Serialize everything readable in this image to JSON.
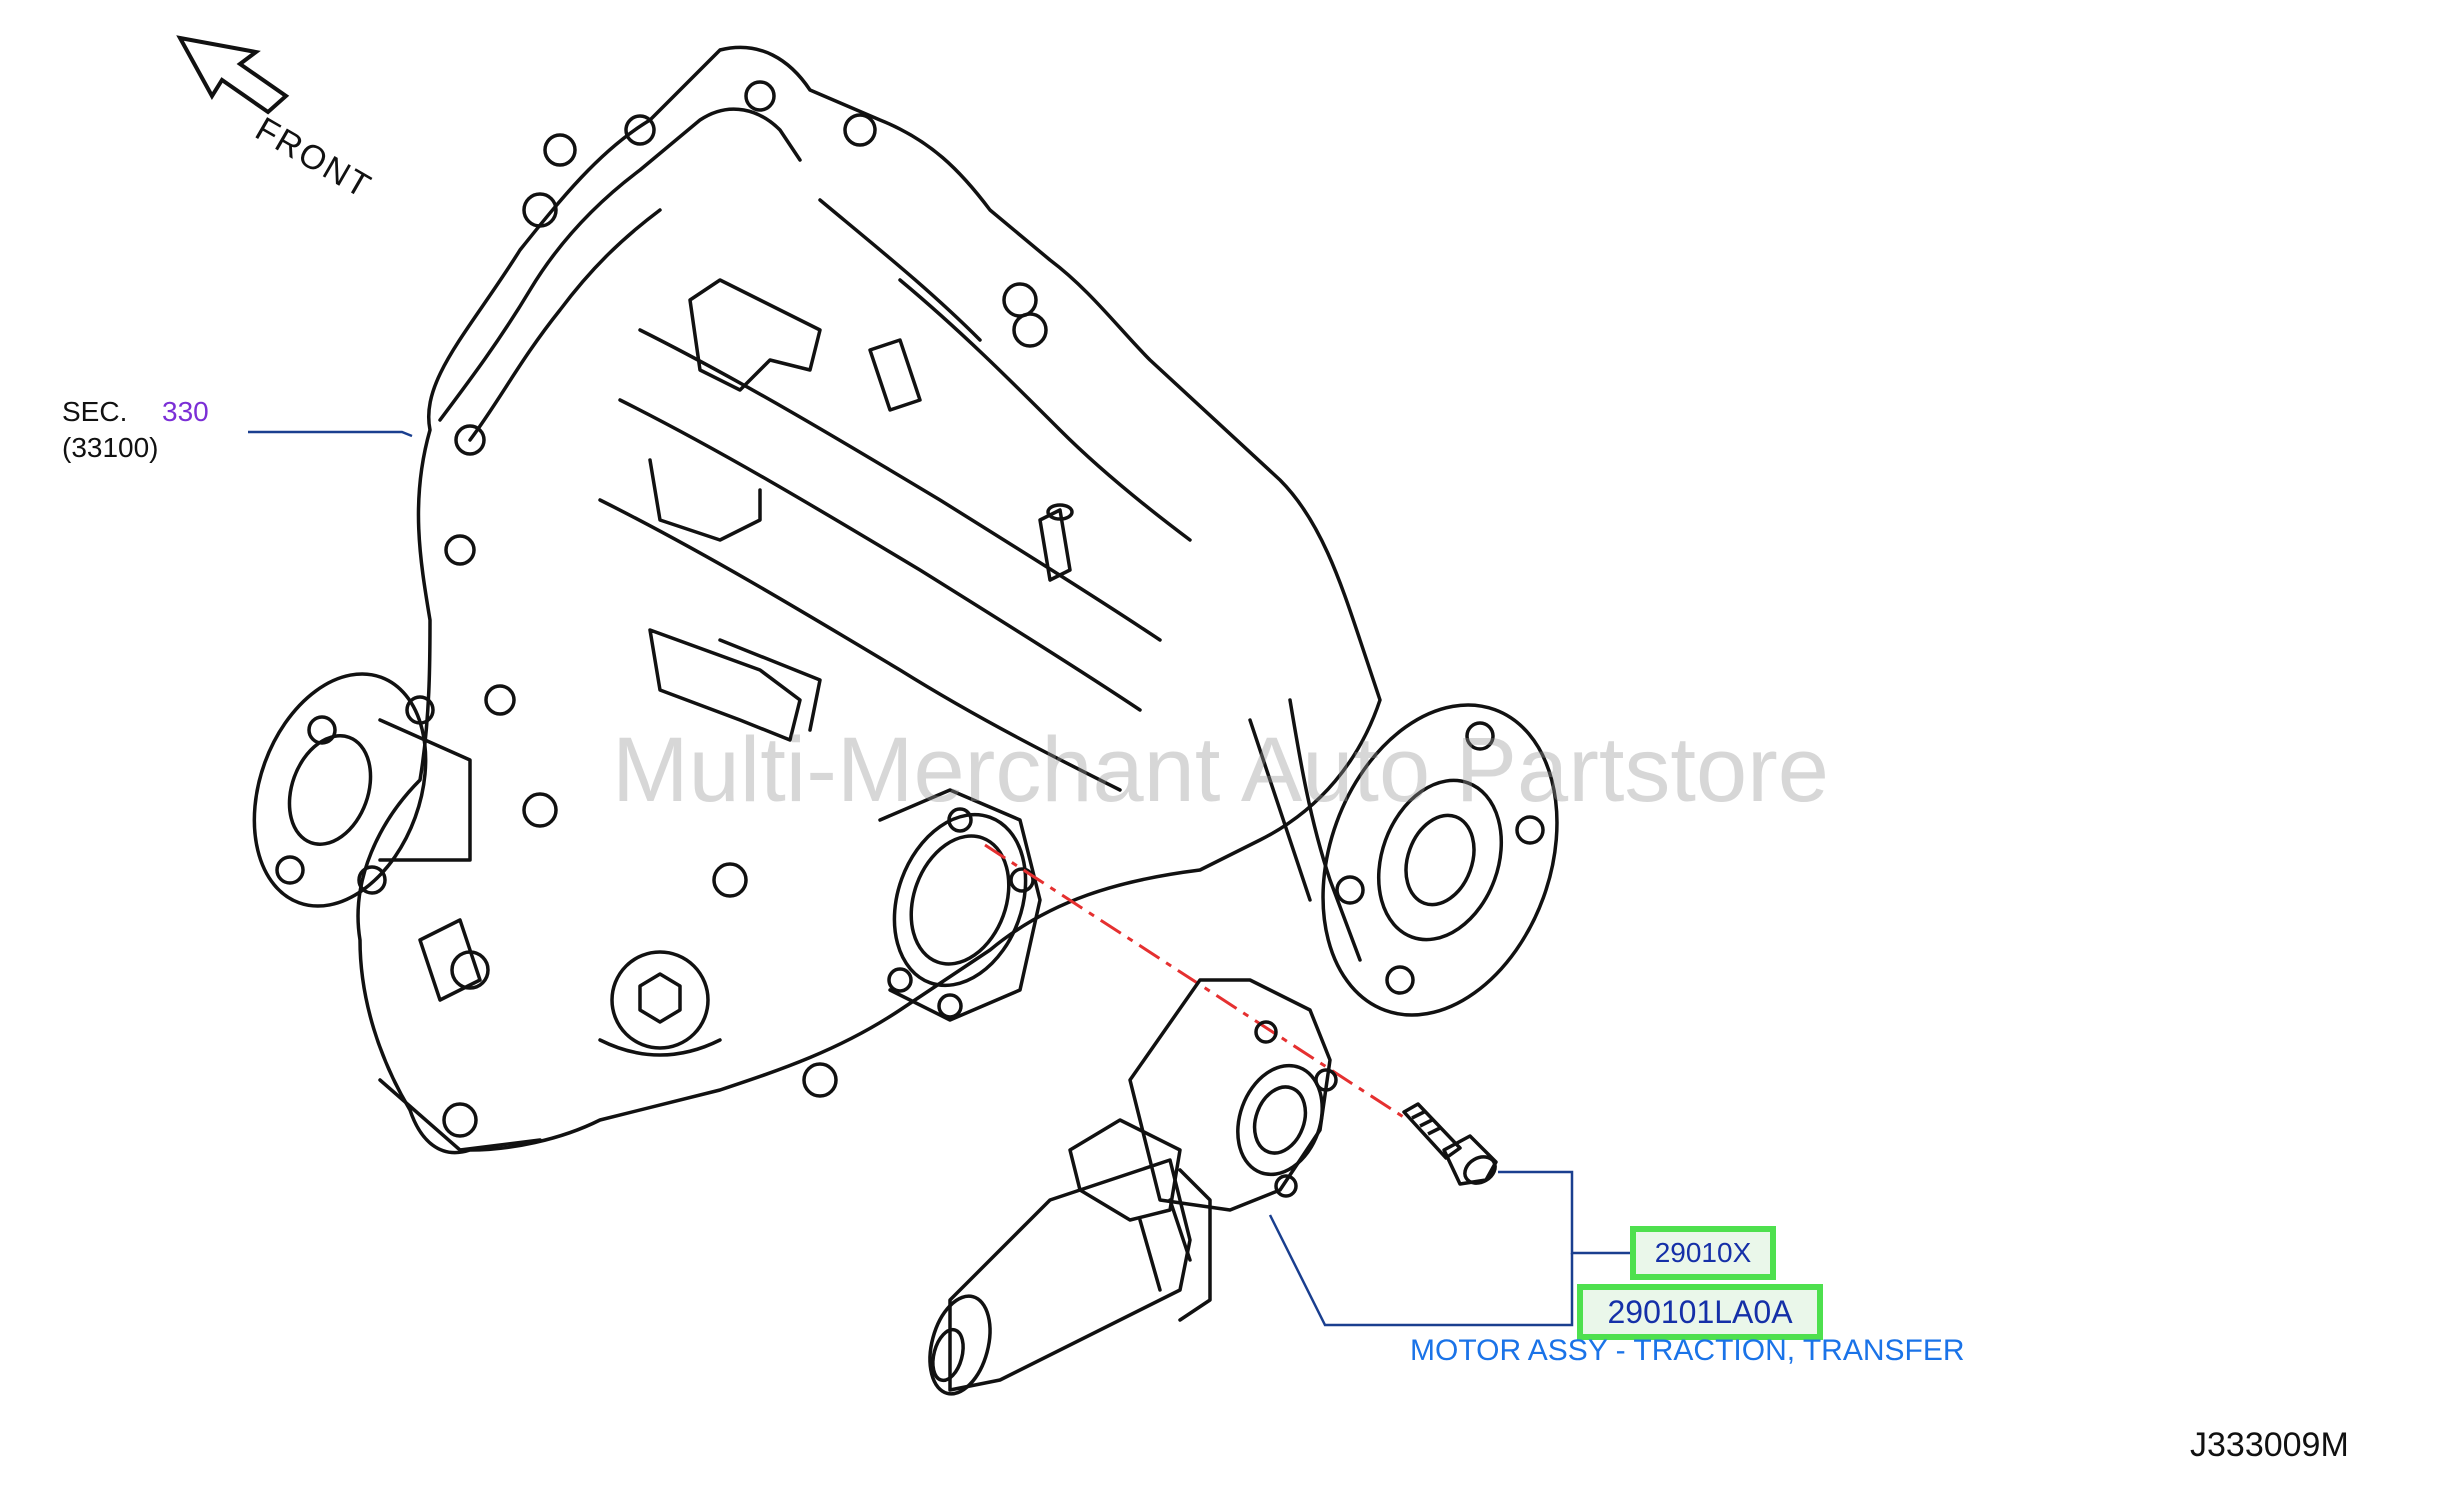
{
  "orientation": {
    "label": "FRONT",
    "icon": "arrow-up-left-icon"
  },
  "section_ref": {
    "prefix": "SEC.",
    "number": "330",
    "sub_code": "(33100)"
  },
  "parts": [
    {
      "part_number": "29010X"
    },
    {
      "part_number": "290101LA0A",
      "description": "MOTOR ASSY - TRACTION, TRANSFER"
    }
  ],
  "diagram_code": "J333009M",
  "watermark": "Multi-Merchant Auto Partstore",
  "colors": {
    "leader_line": "#1a3f8f",
    "section_number": "#7b2fd6",
    "part_number_text": "#1530a8",
    "part_number_highlight": "#4ee04e",
    "description_text": "#1a73e8",
    "center_line": "#e53030",
    "drawing_stroke": "#111111"
  }
}
